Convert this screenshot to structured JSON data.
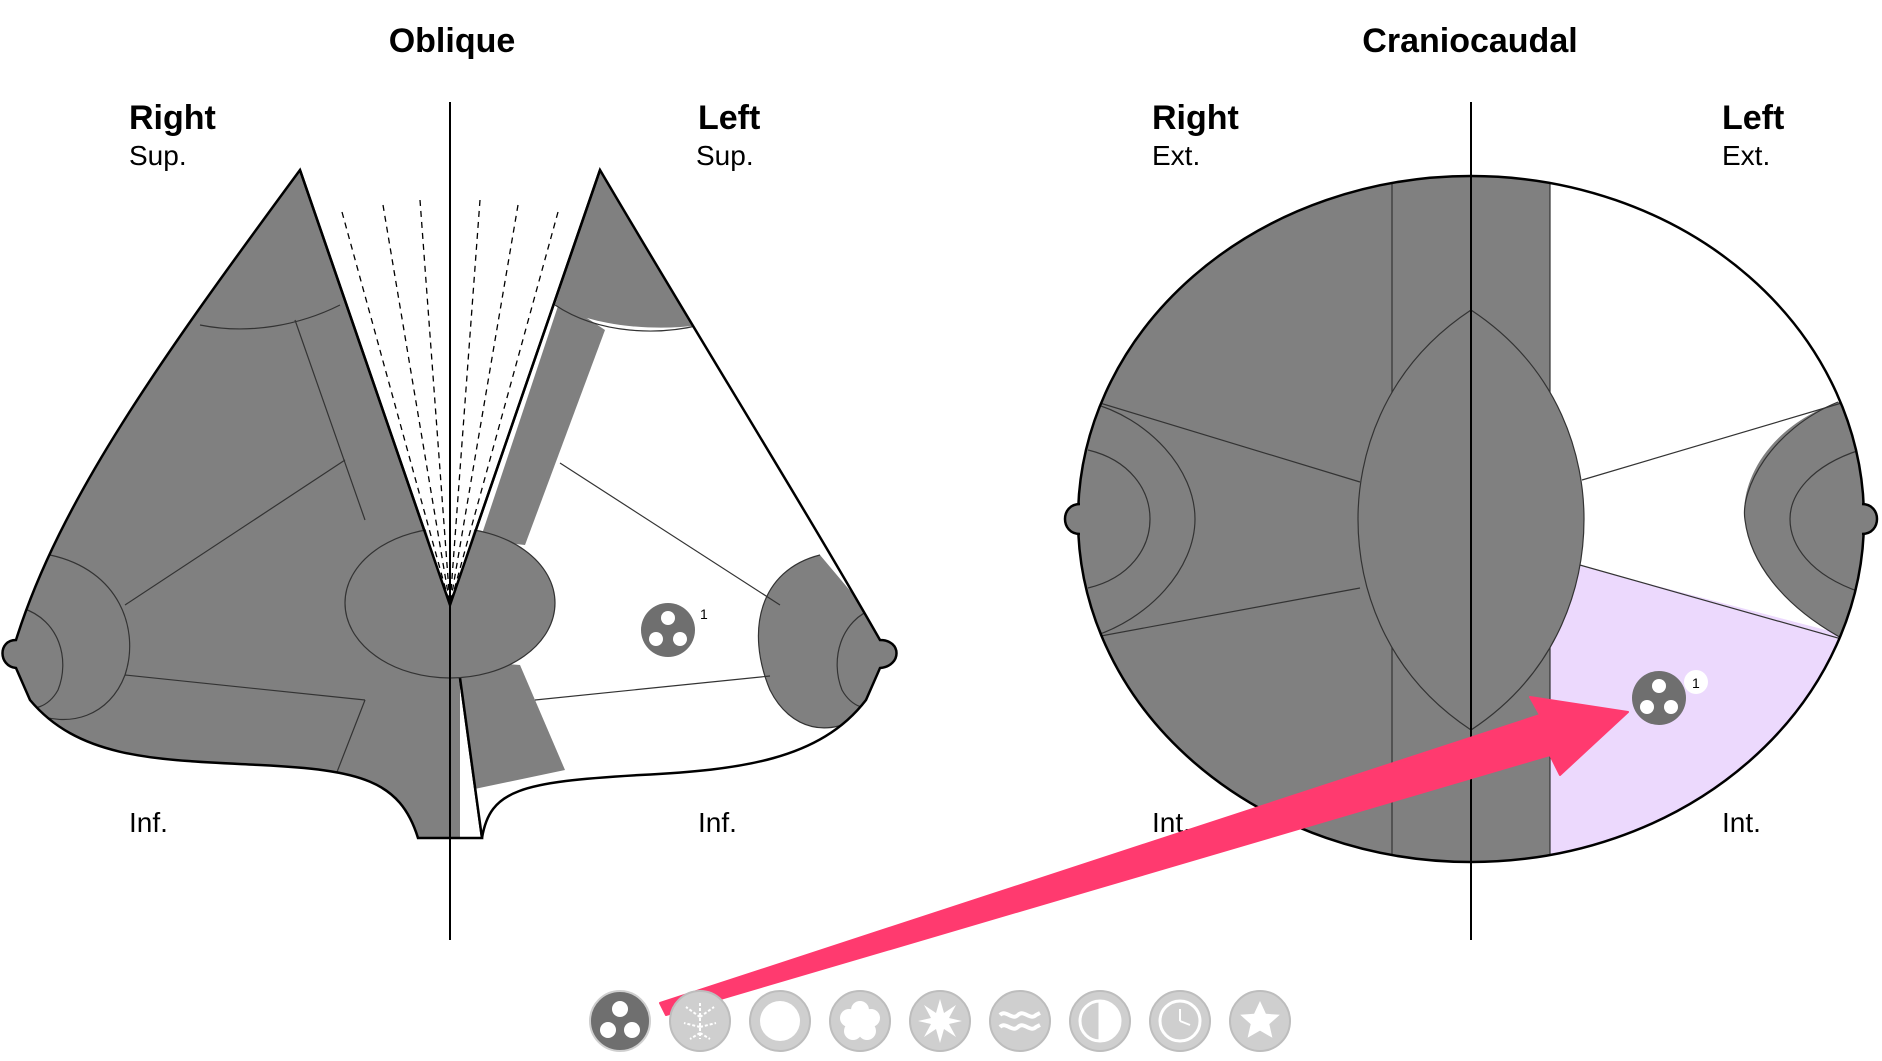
{
  "oblique": {
    "title": "Oblique",
    "right_label": "Right",
    "right_sub": "Sup.",
    "left_label": "Left",
    "left_sub": "Sup.",
    "right_inf": "Inf.",
    "left_inf": "Inf.",
    "marker_number": "1"
  },
  "craniocaudal": {
    "title": "Craniocaudal",
    "right_label": "Right",
    "right_sub": "Ext.",
    "left_label": "Left",
    "left_sub": "Ext.",
    "right_int": "Int.",
    "left_int": "Int.",
    "marker_number": "1"
  },
  "colors": {
    "region_gray": "#808080",
    "highlight": "#ecd9fd",
    "arrow": "#ff3a6f",
    "toolbar_active": "#6f6f6f",
    "toolbar_inactive": "#cfcfcf"
  },
  "toolbar": {
    "icons": [
      {
        "name": "dots-icon",
        "active": true
      },
      {
        "name": "tree-icon",
        "active": false
      },
      {
        "name": "ring-icon",
        "active": false
      },
      {
        "name": "flower-icon",
        "active": false
      },
      {
        "name": "burst-icon",
        "active": false
      },
      {
        "name": "waves-icon",
        "active": false
      },
      {
        "name": "half-circle-icon",
        "active": false
      },
      {
        "name": "clock-icon",
        "active": false
      },
      {
        "name": "star-icon",
        "active": false
      }
    ]
  }
}
